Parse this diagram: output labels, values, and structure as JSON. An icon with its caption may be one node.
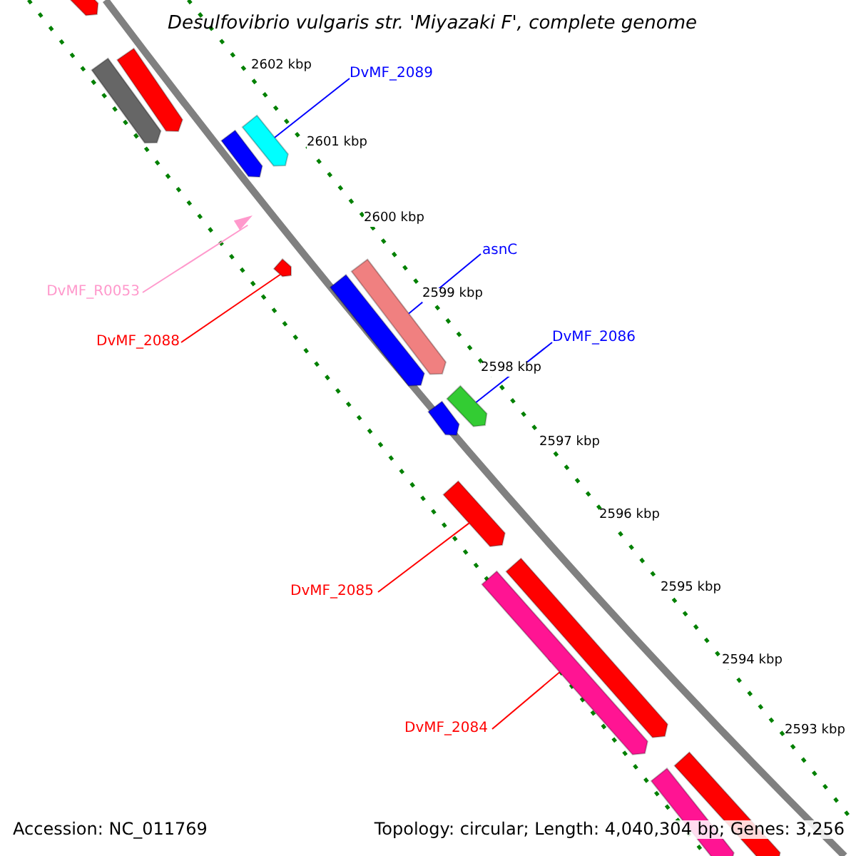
{
  "diagram": {
    "title": "Desulfovibrio vulgaris str. 'Miyazaki F', complete genome",
    "nodes": [
      {
        "text": [
          "DvMF_2089"
        ]
      },
      {
        "text": [],
        "shape": "bar"
      },
      {
        "text": [
          "asnC"
        ]
      },
      {
        "text": [],
        "shape": "bar"
      },
      {
        "text": [
          "DvMF_R0053"
        ]
      },
      {
        "text": [],
        "shape": "triangle"
      },
      {
        "text": [
          "DvMF_2088"
        ]
      },
      {
        "text": [],
        "shape": "bar"
      },
      {
        "text": [
          "DvMF_2086"
        ]
      },
      {
        "text": [],
        "shape": "bar"
      },
      {
        "text": [
          "DvMF_2085"
        ]
      },
      {
        "text": [],
        "shape": "bar"
      },
      {
        "text": [
          "DvMF_2084"
        ]
      },
      {
        "text": [],
        "shape": "bar"
      },
      {
        "text": [],
        "shape": "bar"
      },
      {
        "text": [],
        "shape": "bar"
      },
      {
        "text": [],
        "shape": "bar"
      },
      {
        "text": [],
        "shape": "bar"
      },
      {
        "text": [],
        "shape": "bar"
      },
      {
        "text": [],
        "shape": "bar"
      },
      {
        "text": [],
        "shape": "bar"
      },
      {
        "text": [],
        "shape": "bar"
      },
      {
        "text": [],
        "shape": "bar"
      }
    ],
    "edges": [
      {
        "from": 0,
        "to": 1,
        "arrow": "none"
      },
      {
        "from": 2,
        "to": 3,
        "arrow": "none"
      },
      {
        "from": 4,
        "to": 5,
        "arrow": "none",
        "color": "#ff99cc"
      },
      {
        "from": 6,
        "to": 7,
        "arrow": "none",
        "color": "#ff0000"
      },
      {
        "from": 8,
        "to": 9,
        "arrow": "none"
      },
      {
        "from": 10,
        "to": 11,
        "arrow": "none",
        "color": "#ff0000"
      },
      {
        "from": 12,
        "to": 13,
        "arrow": "none",
        "color": "#ff0000"
      }
    ],
    "labels": [
      "2602 kbp",
      "2601 kbp",
      "2600 kbp",
      "2599 kbp",
      "2598 kbp",
      "2597 kbp",
      "2596 kbp",
      "2595 kbp",
      "2594 kbp",
      "2593 kbp",
      "Accession: NC_011769",
      "Topology: circular; Length: 4,040,304 bp; Genes: 3,256"
    ]
  }
}
